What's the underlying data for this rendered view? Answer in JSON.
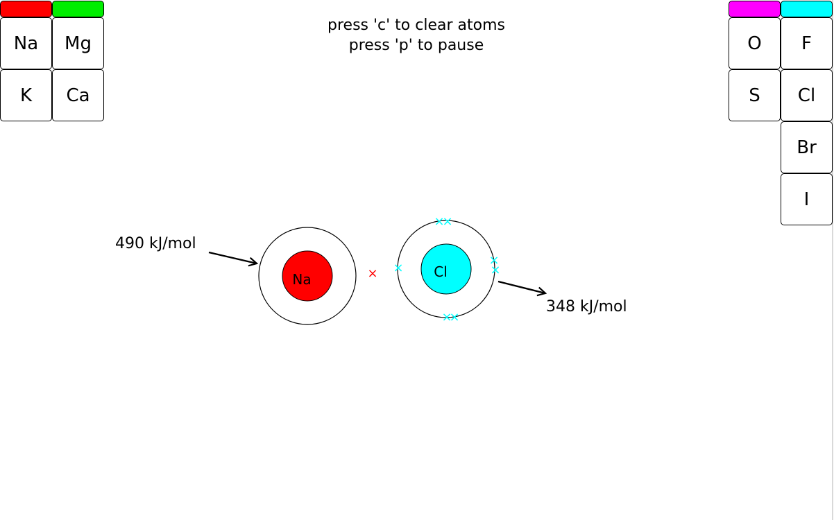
{
  "instructions": {
    "line1": "press 'c' to clear atoms",
    "line2": "press 'p' to pause"
  },
  "left_palette": {
    "group_colors": [
      "#ff0000",
      "#00ee00"
    ],
    "elements": [
      "Na",
      "Mg",
      "K",
      "Ca"
    ]
  },
  "right_palette": {
    "group_colors": [
      "#ff00ff",
      "#00ffff"
    ],
    "elements": [
      "O",
      "F",
      "S",
      "Cl",
      "Br",
      "I"
    ]
  },
  "diagram": {
    "sodium": {
      "symbol": "Na",
      "color": "#ff0000",
      "ionization_energy": "490 kJ/mol"
    },
    "chlorine": {
      "symbol": "Cl",
      "color": "#00ffff",
      "electron_affinity": "348 kJ/mol"
    },
    "electron_marker": "×",
    "transfer_electron_color": "#ff0000",
    "shell_electron_color": "#00ffff"
  }
}
